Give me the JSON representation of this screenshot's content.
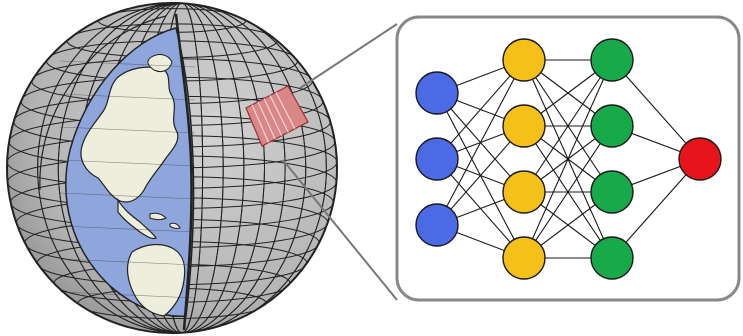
{
  "colors": {
    "background": "#ffffff",
    "globe_shell": "#b9b9b9",
    "globe_shell_dark": "#8d8d8d",
    "grid_line": "#222222",
    "ocean": "#8fa6dc",
    "land": "#eeeedc",
    "highlight_cell": "#d98686",
    "panel_border": "#888888",
    "connector": "#777777",
    "edge": "#1a1a1a",
    "input_node": "#4b6ae6",
    "hidden_node_1": "#f5c018",
    "hidden_node_2": "#18a94a",
    "output_node": "#e8141c"
  },
  "network": {
    "layers": [
      {
        "name": "input",
        "nodes": 3
      },
      {
        "name": "hidden-1",
        "nodes": 4
      },
      {
        "name": "hidden-2",
        "nodes": 4
      },
      {
        "name": "output",
        "nodes": 1
      }
    ]
  },
  "icons": {
    "globe": "globe-cutaway-icon",
    "grid_cell": "highlighted-grid-cell-icon"
  }
}
